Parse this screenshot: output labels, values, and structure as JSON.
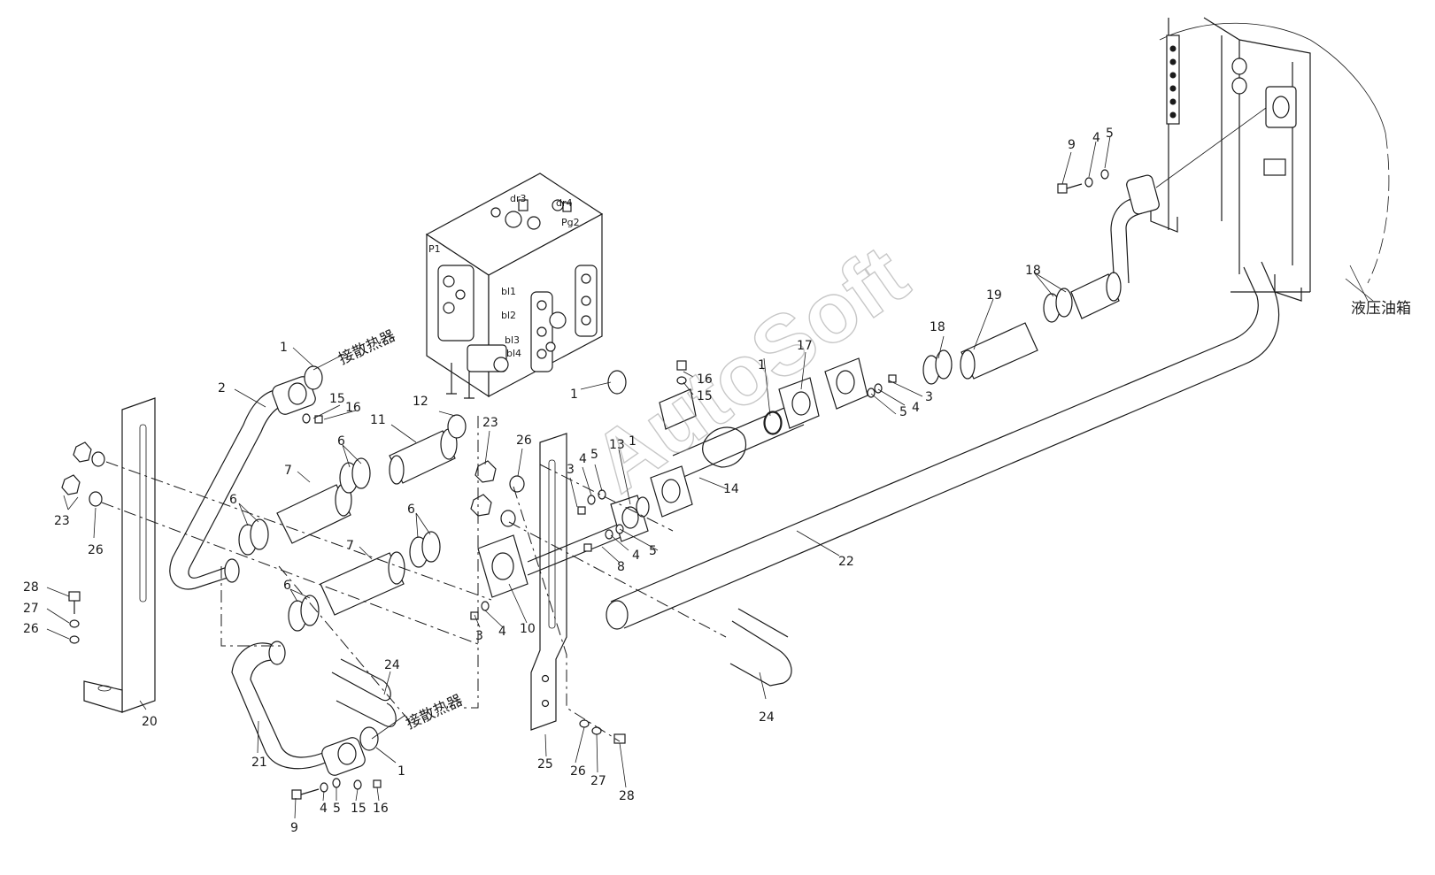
{
  "callouts": [
    {
      "id": "c-1a",
      "text": "1"
    },
    {
      "id": "c-2",
      "text": "2"
    },
    {
      "id": "c-15a",
      "text": "15"
    },
    {
      "id": "c-16a",
      "text": "16"
    },
    {
      "id": "c-12",
      "text": "12"
    },
    {
      "id": "c-11",
      "text": "11"
    },
    {
      "id": "c-6a",
      "text": "6"
    },
    {
      "id": "c-7a",
      "text": "7"
    },
    {
      "id": "c-6b",
      "text": "6"
    },
    {
      "id": "c-6c",
      "text": "6"
    },
    {
      "id": "c-7b",
      "text": "7"
    },
    {
      "id": "c-6d",
      "text": "6"
    },
    {
      "id": "c-23a",
      "text": "23"
    },
    {
      "id": "c-26a",
      "text": "26"
    },
    {
      "id": "c-28a",
      "text": "28"
    },
    {
      "id": "c-27a",
      "text": "27"
    },
    {
      "id": "c-26b",
      "text": "26"
    },
    {
      "id": "c-20",
      "text": "20"
    },
    {
      "id": "c-21",
      "text": "21"
    },
    {
      "id": "c-24a",
      "text": "24"
    },
    {
      "id": "c-1b",
      "text": "1"
    },
    {
      "id": "c-9a",
      "text": "9"
    },
    {
      "id": "c-4a",
      "text": "4"
    },
    {
      "id": "c-5a",
      "text": "5"
    },
    {
      "id": "c-15b",
      "text": "15"
    },
    {
      "id": "c-16b",
      "text": "16"
    },
    {
      "id": "c-23b",
      "text": "23"
    },
    {
      "id": "c-26c",
      "text": "26"
    },
    {
      "id": "c-3a",
      "text": "3"
    },
    {
      "id": "c-4b",
      "text": "4"
    },
    {
      "id": "c-5b",
      "text": "5"
    },
    {
      "id": "c-13",
      "text": "13"
    },
    {
      "id": "c-1c",
      "text": "1"
    },
    {
      "id": "c-4c",
      "text": "4"
    },
    {
      "id": "c-5c",
      "text": "5"
    },
    {
      "id": "c-8",
      "text": "8"
    },
    {
      "id": "c-3b",
      "text": "3"
    },
    {
      "id": "c-4d",
      "text": "4"
    },
    {
      "id": "c-10",
      "text": "10"
    },
    {
      "id": "c-25",
      "text": "25"
    },
    {
      "id": "c-26d",
      "text": "26"
    },
    {
      "id": "c-27b",
      "text": "27"
    },
    {
      "id": "c-28b",
      "text": "28"
    },
    {
      "id": "c-1d",
      "text": "1"
    },
    {
      "id": "c-16c",
      "text": "16"
    },
    {
      "id": "c-15c",
      "text": "15"
    },
    {
      "id": "c-1e",
      "text": "1"
    },
    {
      "id": "c-17",
      "text": "17"
    },
    {
      "id": "c-14",
      "text": "14"
    },
    {
      "id": "c-3c",
      "text": "3"
    },
    {
      "id": "c-4e",
      "text": "4"
    },
    {
      "id": "c-5d",
      "text": "5"
    },
    {
      "id": "c-18a",
      "text": "18"
    },
    {
      "id": "c-19",
      "text": "19"
    },
    {
      "id": "c-18b",
      "text": "18"
    },
    {
      "id": "c-22",
      "text": "22"
    },
    {
      "id": "c-24b",
      "text": "24"
    },
    {
      "id": "c-9b",
      "text": "9"
    },
    {
      "id": "c-4f",
      "text": "4"
    },
    {
      "id": "c-5e",
      "text": "5"
    }
  ],
  "ports": [
    {
      "id": "p-dr3",
      "text": "dr3"
    },
    {
      "id": "p-dr4",
      "text": "dr4"
    },
    {
      "id": "p-pg2",
      "text": "Pg2"
    },
    {
      "id": "p-p1",
      "text": "P1"
    },
    {
      "id": "p-bl1",
      "text": "bl1"
    },
    {
      "id": "p-bl2",
      "text": "bl2"
    },
    {
      "id": "p-bl3",
      "text": "bl3"
    },
    {
      "id": "p-bl4",
      "text": "bl4"
    }
  ],
  "notes": {
    "to_radiator_upper": "接散热器",
    "to_radiator_lower": "接散热器",
    "hydraulic_tank": "液压油箱"
  },
  "watermark": "AutoSoft",
  "colors": {
    "line": "#1a1a1a",
    "background": "#ffffff",
    "watermark": "#9a9a9a"
  }
}
